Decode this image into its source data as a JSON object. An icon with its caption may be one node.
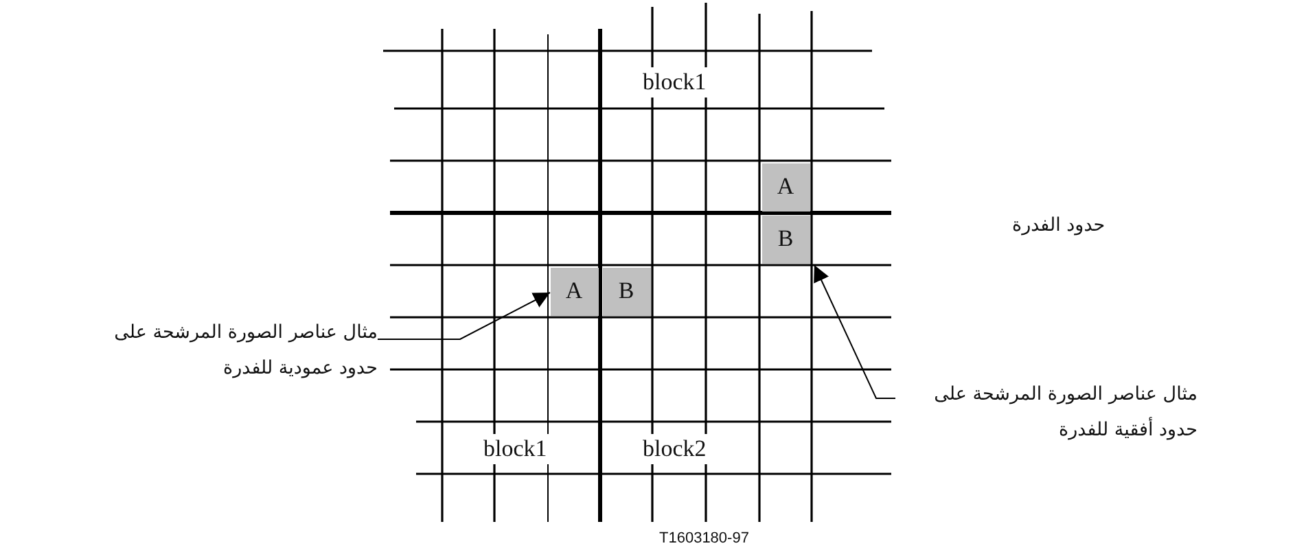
{
  "diagram": {
    "nodes": [
      {
        "text": [
          "A"
        ]
      },
      {
        "text": [
          "B"
        ]
      },
      {
        "text": [
          "A"
        ]
      },
      {
        "text": [
          "B"
        ]
      },
      {
        "text": [
          "مثال عناصر الصورة المرشحة على حدود عمودية للفدرة"
        ]
      },
      {
        "text": [
          "مثال عناصر الصورة المرشحة على حدود أفقية للفدرة"
        ]
      }
    ],
    "edges": [
      {
        "from": 4,
        "to": 2,
        "arrow": "to"
      },
      {
        "from": 5,
        "to": 1,
        "arrow": "to"
      }
    ],
    "labels": [
      "block1",
      "حدود الفدرة",
      "block1",
      "block2",
      "T1603180-97"
    ]
  }
}
